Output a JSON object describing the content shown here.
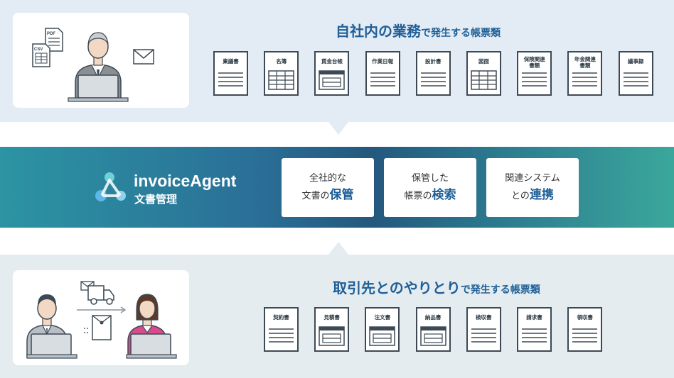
{
  "internal": {
    "heading_main": "自社内の業務",
    "heading_suffix": "で発生する帳票類",
    "docs": [
      {
        "label": "稟議書",
        "icon": "lines"
      },
      {
        "label": "名簿",
        "icon": "grid"
      },
      {
        "label": "賃金台帳",
        "icon": "ledger"
      },
      {
        "label": "作業日報",
        "icon": "lines"
      },
      {
        "label": "設計書",
        "icon": "lines"
      },
      {
        "label": "図面",
        "icon": "grid"
      },
      {
        "label": "保険関連\n書類",
        "icon": "lines"
      },
      {
        "label": "年金関連\n書類",
        "icon": "lines"
      },
      {
        "label": "議事録",
        "icon": "lines"
      }
    ],
    "illustration": {
      "file_labels": [
        "PDF",
        "CSV"
      ]
    }
  },
  "product": {
    "name": "invoiceAgent",
    "subtitle": "文書管理",
    "features": [
      {
        "line1": "全社的な",
        "line2_prefix": "文書の",
        "emphasis": "保管"
      },
      {
        "line1": "保管した",
        "line2_prefix": "帳票の",
        "emphasis": "検索"
      },
      {
        "line1": "関連システム",
        "line2_prefix": "との",
        "emphasis": "連携"
      }
    ]
  },
  "external": {
    "heading_main": "取引先とのやりとり",
    "heading_suffix": "で発生する帳票類",
    "docs": [
      {
        "label": "契約書",
        "icon": "lines"
      },
      {
        "label": "見積書",
        "icon": "ledger"
      },
      {
        "label": "注文書",
        "icon": "ledger"
      },
      {
        "label": "納品書",
        "icon": "ledger"
      },
      {
        "label": "検収書",
        "icon": "lines"
      },
      {
        "label": "請求書",
        "icon": "lines"
      },
      {
        "label": "領収書",
        "icon": "lines"
      }
    ]
  },
  "colors": {
    "accent": "#1f5f97",
    "band_start": "#2c94a3",
    "band_mid": "#24587e",
    "band_end": "#3ba79b",
    "panel_top": "#e3ebf4",
    "panel_bottom": "#e4ecef",
    "doc_stroke": "#3d4a55"
  }
}
